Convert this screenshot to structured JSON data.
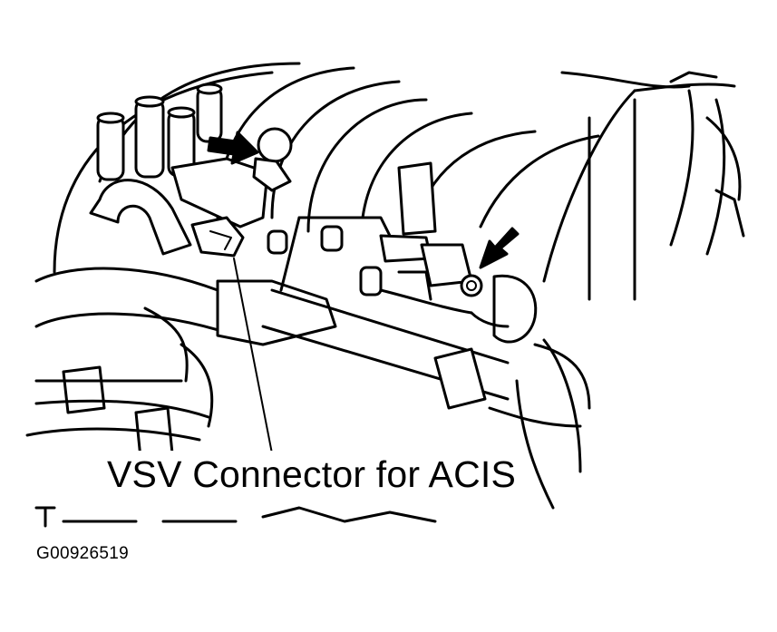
{
  "callout": {
    "label": "VSV Connector for ACIS"
  },
  "figure": {
    "code": "G00926519"
  },
  "icons": {
    "arrow_left": "arrow-right-pointer",
    "arrow_right": "arrow-down-left-pointer"
  },
  "colors": {
    "line": "#000000",
    "background": "#ffffff"
  }
}
